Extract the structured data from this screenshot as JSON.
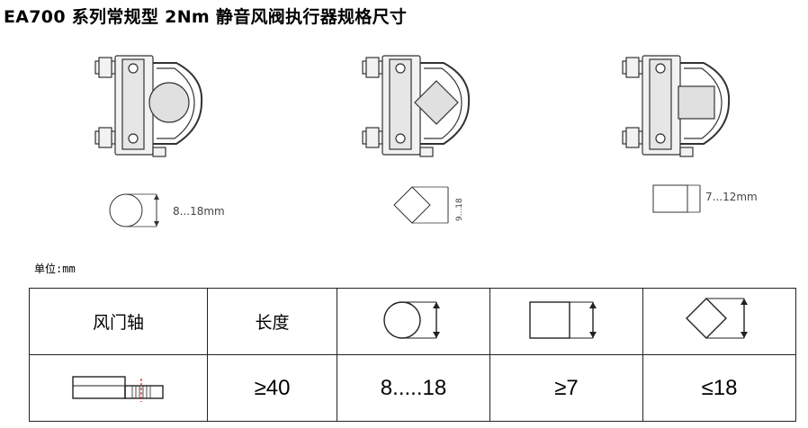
{
  "title": "EA700 系列常规型 2Nm 静音风阀执行器规格尺寸",
  "shapes": [
    {
      "type": "round",
      "label": "8...18mm"
    },
    {
      "type": "diamond",
      "label": "9...18"
    },
    {
      "type": "square",
      "label": "7...12mm"
    }
  ],
  "unit_label": "单位:mm",
  "table": {
    "headers": [
      "风门轴",
      "长度",
      "round-shaft-icon",
      "square-shaft-icon",
      "diamond-shaft-icon"
    ],
    "values": [
      "shaft-length-icon",
      "≥40",
      "8.....18",
      "≥7",
      "≤18"
    ]
  }
}
